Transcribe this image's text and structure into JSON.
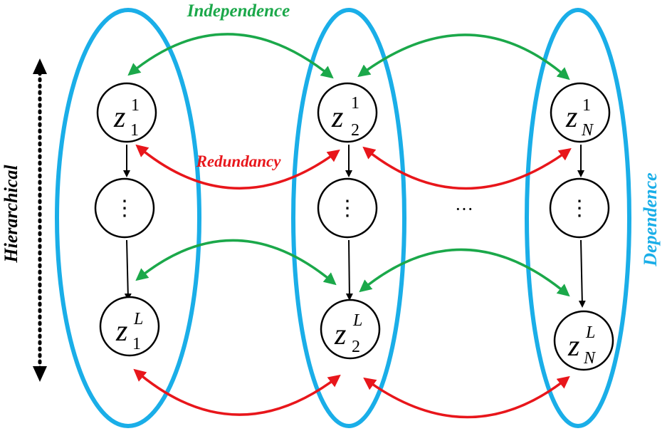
{
  "colors": {
    "group": "#1AAEE8",
    "independence": "#1BA84A",
    "redundancy": "#E8161B",
    "node_stroke": "#000000"
  },
  "labels": {
    "independence": "Independence",
    "redundancy": "Redundancy",
    "hierarchical": "Hierarchical",
    "dependence": "Dependence",
    "between_columns_dots": "···"
  },
  "nodes": [
    {
      "id": "z-1-1",
      "var": "z",
      "sup": "1",
      "sub": "1"
    },
    {
      "id": "z-1-mid",
      "text": "⋮"
    },
    {
      "id": "z-1-L",
      "var": "z",
      "sup": "L",
      "sub": "1"
    },
    {
      "id": "z-2-1",
      "var": "z",
      "sup": "1",
      "sub": "2"
    },
    {
      "id": "z-2-mid",
      "text": "⋮"
    },
    {
      "id": "z-2-L",
      "var": "z",
      "sup": "L",
      "sub": "2"
    },
    {
      "id": "z-N-1",
      "var": "z",
      "sup": "1",
      "sub": "N"
    },
    {
      "id": "z-N-mid",
      "text": "⋮"
    },
    {
      "id": "z-N-L",
      "var": "z",
      "sup": "L",
      "sub": "N"
    }
  ]
}
